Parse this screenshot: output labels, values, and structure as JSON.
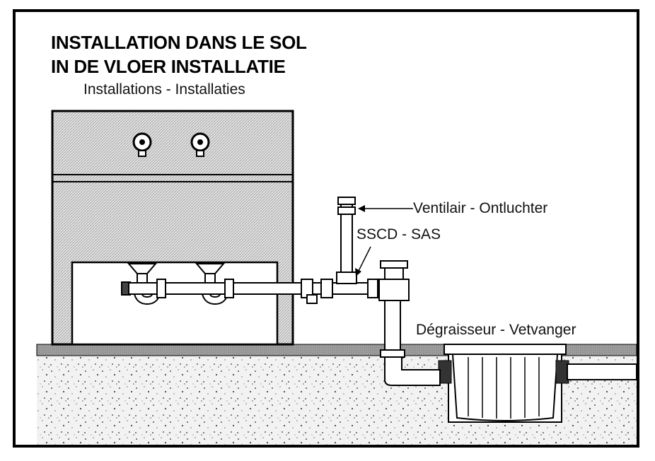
{
  "titles": {
    "french": "INSTALLATION DANS LE SOL",
    "dutch": "IN DE VLOER INSTALLATIE"
  },
  "labels": {
    "installations": "Installations - Installaties",
    "ventilair": "Ventilair - Ontluchter",
    "sscd": "SSCD - SAS",
    "degraisseur": "Dégraisseur - Vetvanger"
  },
  "colors": {
    "ink": "#000000",
    "cabinet_fill": "#d9d9d9",
    "floor_fill": "#a8a8a8",
    "ground_fill": "#eeeeee",
    "pipe_fill": "#ffffff"
  }
}
